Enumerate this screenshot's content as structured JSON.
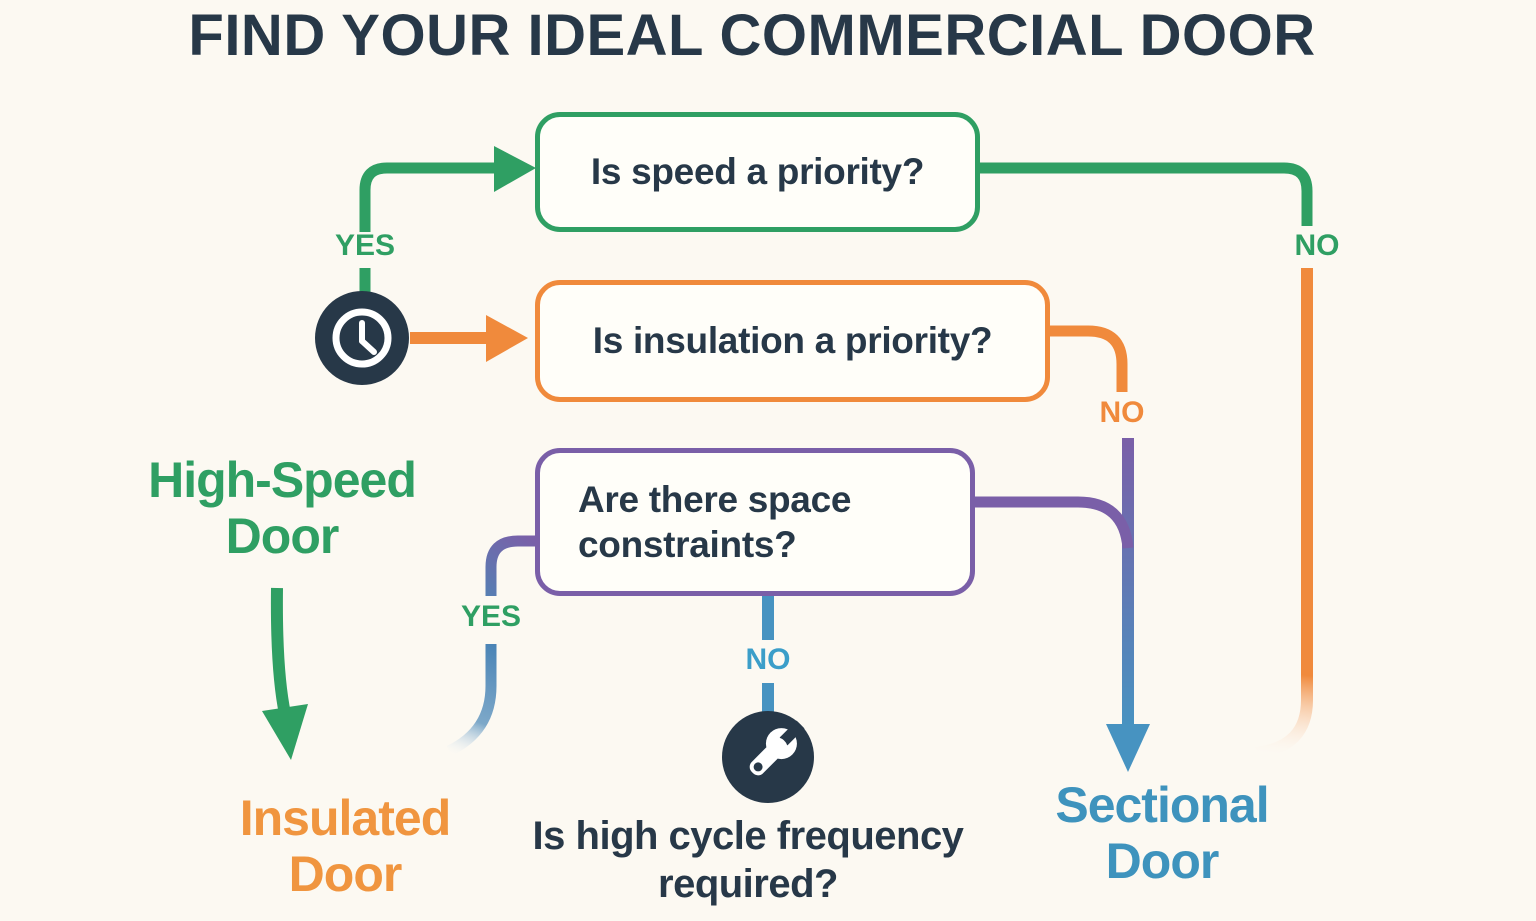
{
  "title": "FIND YOUR IDEAL COMMERCIAL DOOR",
  "questions": {
    "speed": "Is speed a priority?",
    "insulation": "Is insulation a priority?",
    "space": "Are there space constraints?",
    "cycle": "Is high cycle frequency required?"
  },
  "labels": {
    "speed_yes": "YES",
    "speed_no": "NO",
    "insulation_no": "NO",
    "space_yes": "YES",
    "space_no": "NO"
  },
  "outcomes": {
    "high_speed": "High-Speed Door",
    "insulated": "Insulated Door",
    "sectional": "Sectional Door"
  },
  "icons": {
    "clock": "clock-icon",
    "wrench": "wrench-icon"
  },
  "colors": {
    "green": "#2f9f63",
    "orange": "#f08a3c",
    "purple": "#7a5fa8",
    "blue": "#4793c1",
    "navy": "#273848",
    "background": "#fcf9f2"
  }
}
